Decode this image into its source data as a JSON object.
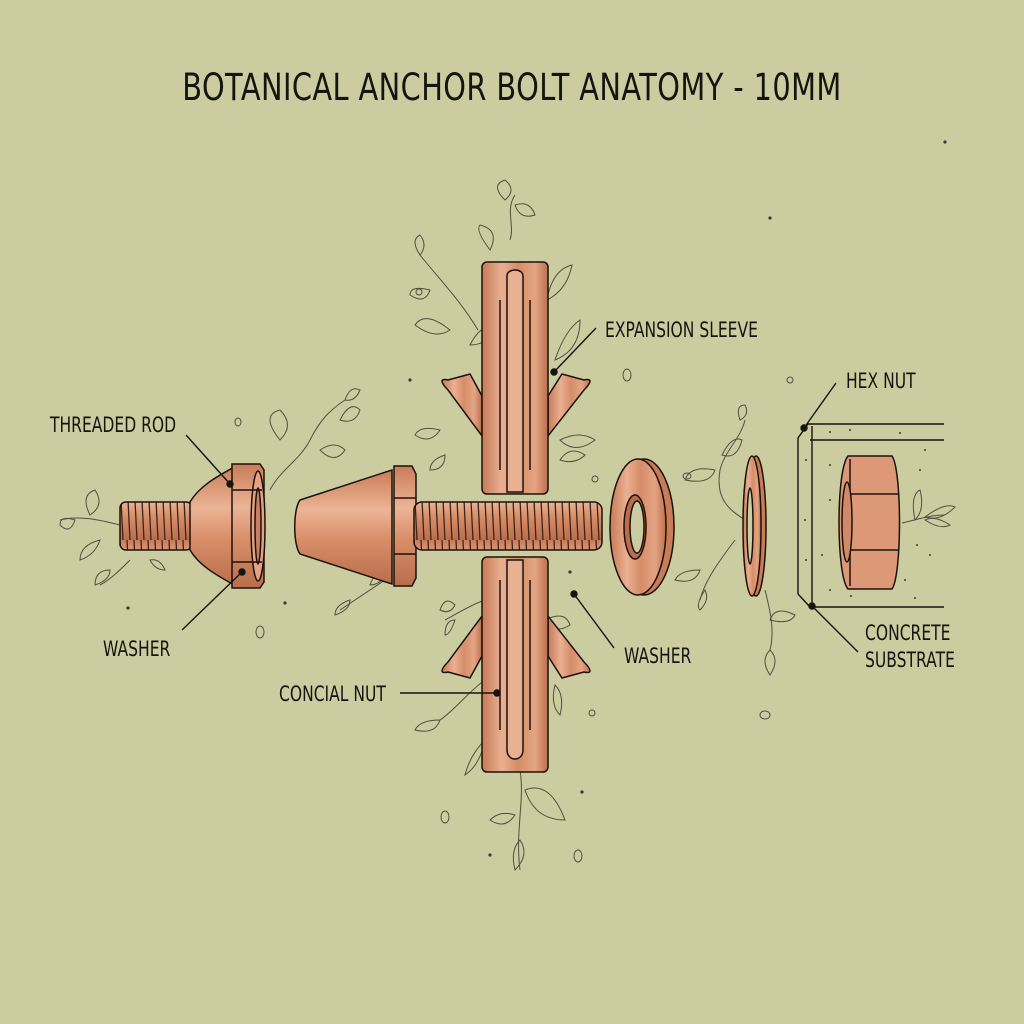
{
  "title": "BOTANICAL ANCHOR BOLT ANATOMY - 10MM",
  "colors": {
    "background": "#cbcc9f",
    "copper": "#d9916c",
    "copper_light": "#eab090",
    "copper_dark": "#b86f4e",
    "ink": "#151510",
    "concrete": "#cbcc9f"
  },
  "labels": {
    "threaded_rod": "THREADED ROD",
    "washer_left": "WASHER",
    "expansion_sleeve": "EXPANSION SLEEVE",
    "hex_nut": "HEX NUT",
    "washer_right": "WASHER",
    "concial_nut": "CONCIAL NUT",
    "concrete_substrate_line1": "CONCRETE",
    "concrete_substrate_line2": "SUBSTRATE"
  },
  "components": [
    {
      "id": "threaded-rod",
      "icon": "threaded-rod-with-flange"
    },
    {
      "id": "conical-nut",
      "icon": "cone-with-hex-and-rod"
    },
    {
      "id": "expansion-sleeve-top",
      "icon": "split-sleeve-up"
    },
    {
      "id": "expansion-sleeve-bottom",
      "icon": "split-sleeve-down"
    },
    {
      "id": "washer-large",
      "icon": "flat-washer"
    },
    {
      "id": "washer-thin",
      "icon": "thin-washer"
    },
    {
      "id": "hex-nut-in-concrete",
      "icon": "hex-nut"
    }
  ],
  "decorations": "botanical-vine-leaves"
}
